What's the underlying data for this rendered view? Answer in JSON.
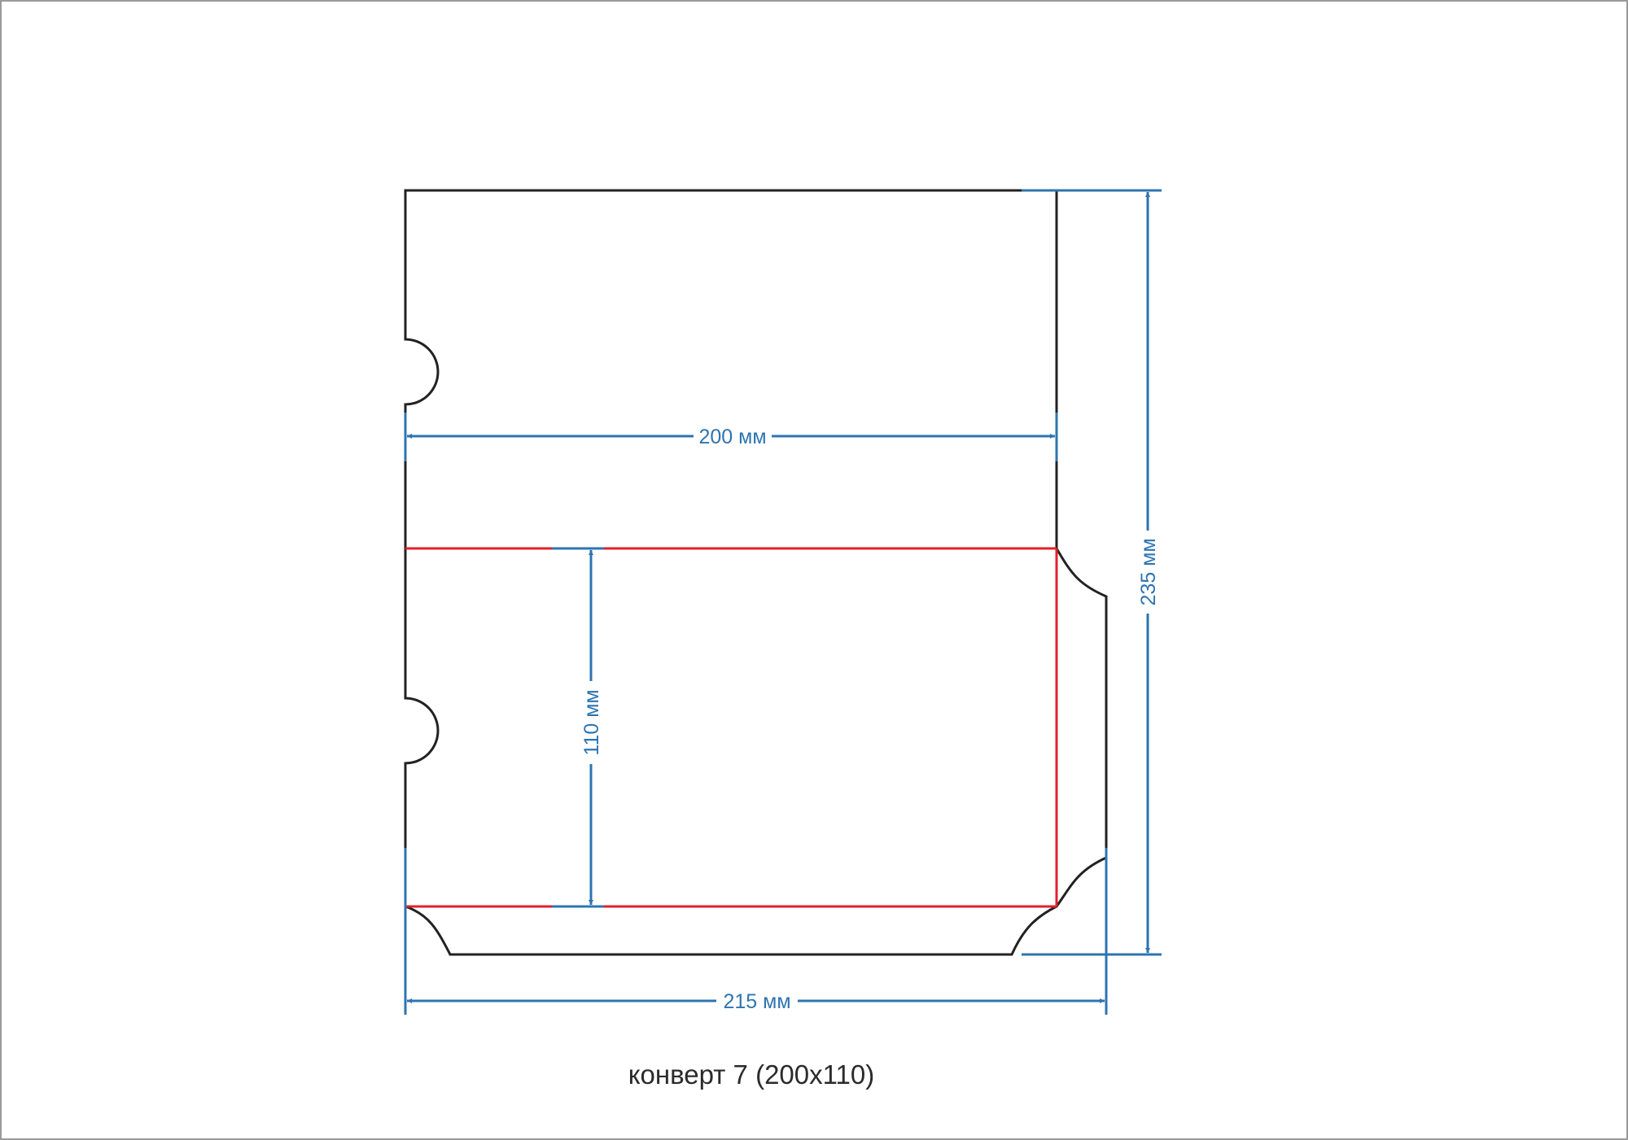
{
  "colors": {
    "cut_line": "#222222",
    "fold_line": "#e2202c",
    "dimension": "#2e74b0"
  },
  "dimensions": {
    "width_inner": "200 мм",
    "height_inner": "110 мм",
    "total_width": "215 мм",
    "total_height": "235 мм"
  },
  "caption": "конверт 7 (200x110)"
}
